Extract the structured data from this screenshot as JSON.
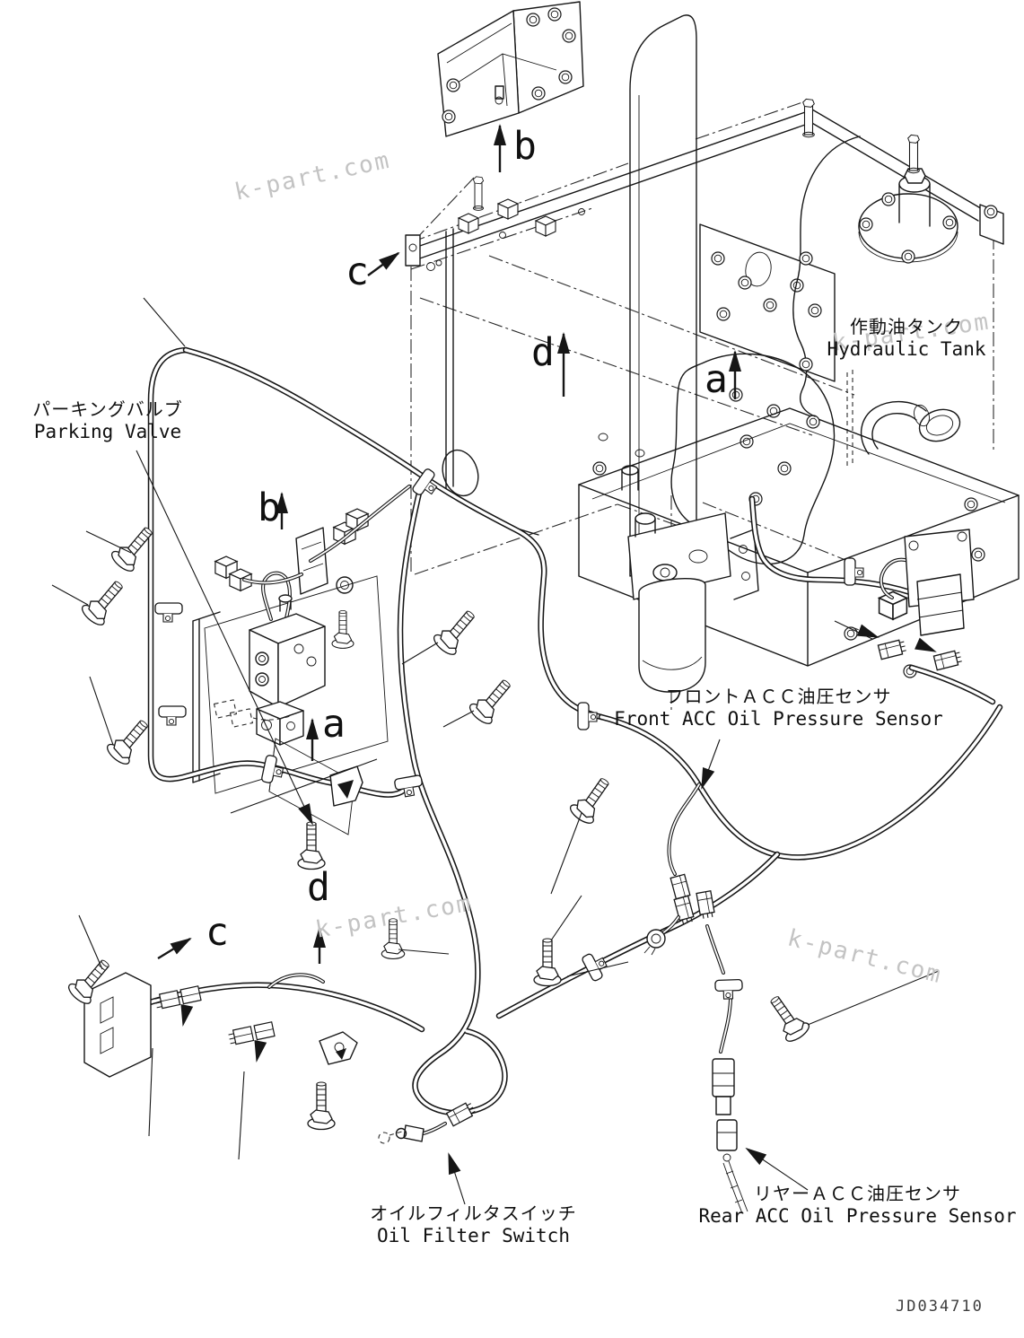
{
  "page": {
    "part_number": "JD034710",
    "watermark": "k-part.com",
    "ink_color": "#161616",
    "background_color": "#ffffff",
    "watermark_color": "#c3c3c3"
  },
  "labels": {
    "hydraulic_tank": {
      "jp": "作動油タンク",
      "en": "Hydraulic Tank"
    },
    "parking_valve": {
      "jp": "パーキングバルブ",
      "en": "Parking Valve"
    },
    "front_acc_sensor": {
      "jp": "フロントＡＣＣ油圧センサ",
      "en": "Front ACC Oil Pressure Sensor"
    },
    "oil_filter_switch": {
      "jp": "オイルフィルタスイッチ",
      "en": "Oil Filter Switch"
    },
    "rear_acc_sensor": {
      "jp": "リヤーＡＣＣ油圧センサ",
      "en": "Rear ACC Oil Pressure Sensor"
    }
  },
  "view_markers": {
    "b_top": "b",
    "c_top": "c",
    "d_mid": "d",
    "a_mid": "a",
    "b_left": "b",
    "a_left": "a",
    "d_bottom": "d",
    "c_bottom": "c"
  }
}
